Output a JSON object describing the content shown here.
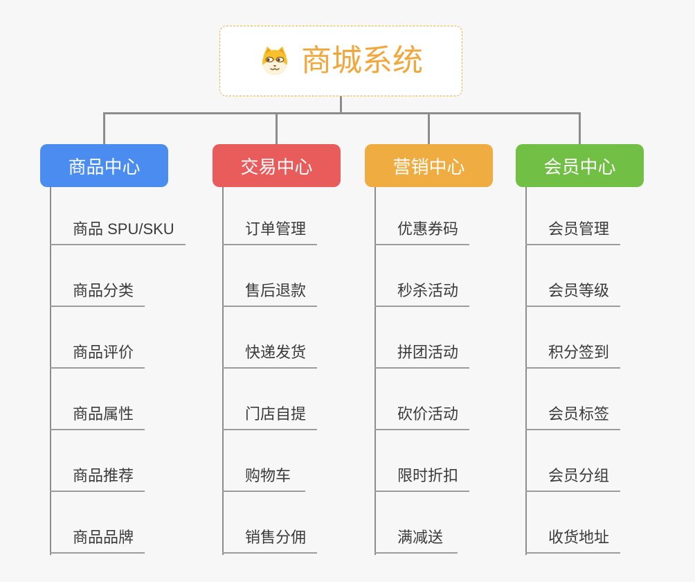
{
  "page": {
    "background_color": "#F7F7F7",
    "connector_color": "#8C8C8C"
  },
  "root": {
    "label": "商城系统",
    "text_color": "#F2A73C",
    "border_color": "#F3AC44",
    "icon": "dog-face-icon"
  },
  "branches": [
    {
      "label": "商品中心",
      "color": "#4A8CF0",
      "children": [
        "商品 SPU/SKU",
        "商品分类",
        "商品评价",
        "商品属性",
        "商品推荐",
        "商品品牌"
      ]
    },
    {
      "label": "交易中心",
      "color": "#E95C5C",
      "children": [
        "订单管理",
        "售后退款",
        "快递发货",
        "门店自提",
        "购物车",
        "销售分佣"
      ]
    },
    {
      "label": "营销中心",
      "color": "#EFAC40",
      "children": [
        "优惠券码",
        "秒杀活动",
        "拼团活动",
        "砍价活动",
        "限时折扣",
        "满减送"
      ]
    },
    {
      "label": "会员中心",
      "color": "#71BF44",
      "children": [
        "会员管理",
        "会员等级",
        "积分签到",
        "会员标签",
        "会员分组",
        "收货地址"
      ]
    }
  ]
}
